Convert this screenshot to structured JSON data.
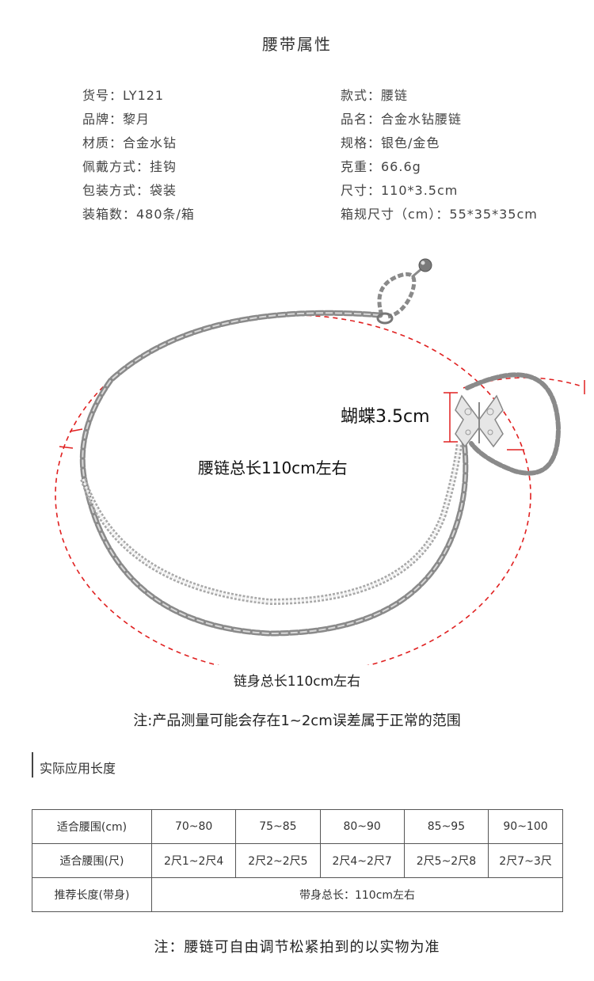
{
  "title": "腰带属性",
  "attributes": {
    "left": [
      "货号：LY121",
      "品牌：黎月",
      "材质：合金水钻",
      "佩戴方式：挂钩",
      "包装方式：袋装",
      "装箱数：480条/箱"
    ],
    "right": [
      "款式：腰链",
      "品名：合金水钻腰链",
      "规格：银色/金色",
      "克重：66.6g",
      "尺寸：110*3.5cm",
      "箱规尺寸（cm）：55*35*35cm"
    ]
  },
  "photo": {
    "butterfly_label": "蝴蝶3.5cm",
    "waist_label": "腰链总长110cm左右",
    "chain_label": "链身总长110cm左右"
  },
  "note1": "注:产品测量可能会存在1~2cm误差属于正常的范围",
  "section_title": "实际应用长度",
  "size_table": {
    "row1_head": "适合腰围(cm)",
    "row1": [
      "70~80",
      "75~85",
      "80~90",
      "85~95",
      "90~100"
    ],
    "row2_head": "适合腰围(尺)",
    "row2": [
      "2尺1~2尺4",
      "2尺2~2尺5",
      "2尺4~2尺7",
      "2尺5~2尺8",
      "2尺7~3尺"
    ],
    "row3_head": "推荐长度(带身)",
    "row3_value": "带身总长：110cm左右"
  },
  "note2": "注：腰链可自由调节松紧拍到的以实物为准",
  "colors": {
    "dashed_outline": "#e02020",
    "chain": "#8a8a8a"
  }
}
